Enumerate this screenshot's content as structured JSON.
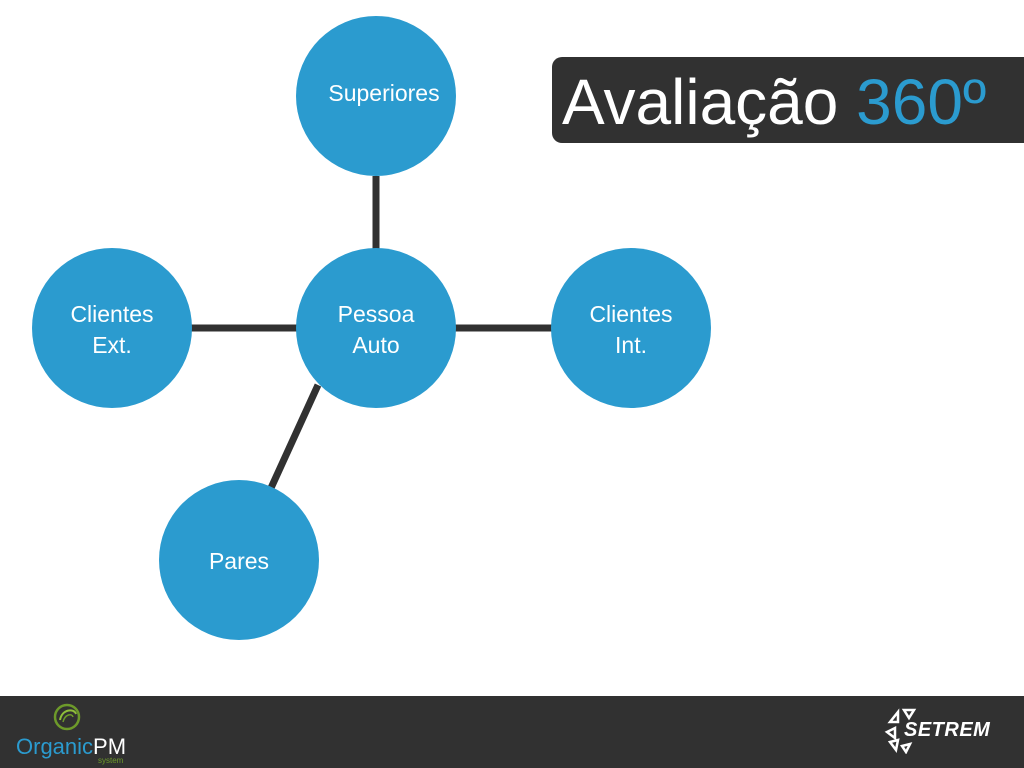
{
  "title": {
    "main": "Avaliação",
    "accent": "360º"
  },
  "diagram": {
    "center": {
      "line1": "Pessoa",
      "line2": "Auto"
    },
    "top": {
      "line1": "Superiores"
    },
    "left": {
      "line1": "Clientes",
      "line2": "Ext."
    },
    "right": {
      "line1": "Clientes",
      "line2": "Int."
    },
    "bottom": {
      "line1": "Pares"
    }
  },
  "footer": {
    "logo_left_organic": "Organic",
    "logo_left_pm": "PM",
    "logo_left_system": "system",
    "logo_right": "SETREM"
  },
  "colors": {
    "node_fill": "#2b9bcf",
    "connector": "#313131",
    "title_box": "#313131",
    "title_accent": "#2b9bcf",
    "footer_bg": "#313131"
  }
}
